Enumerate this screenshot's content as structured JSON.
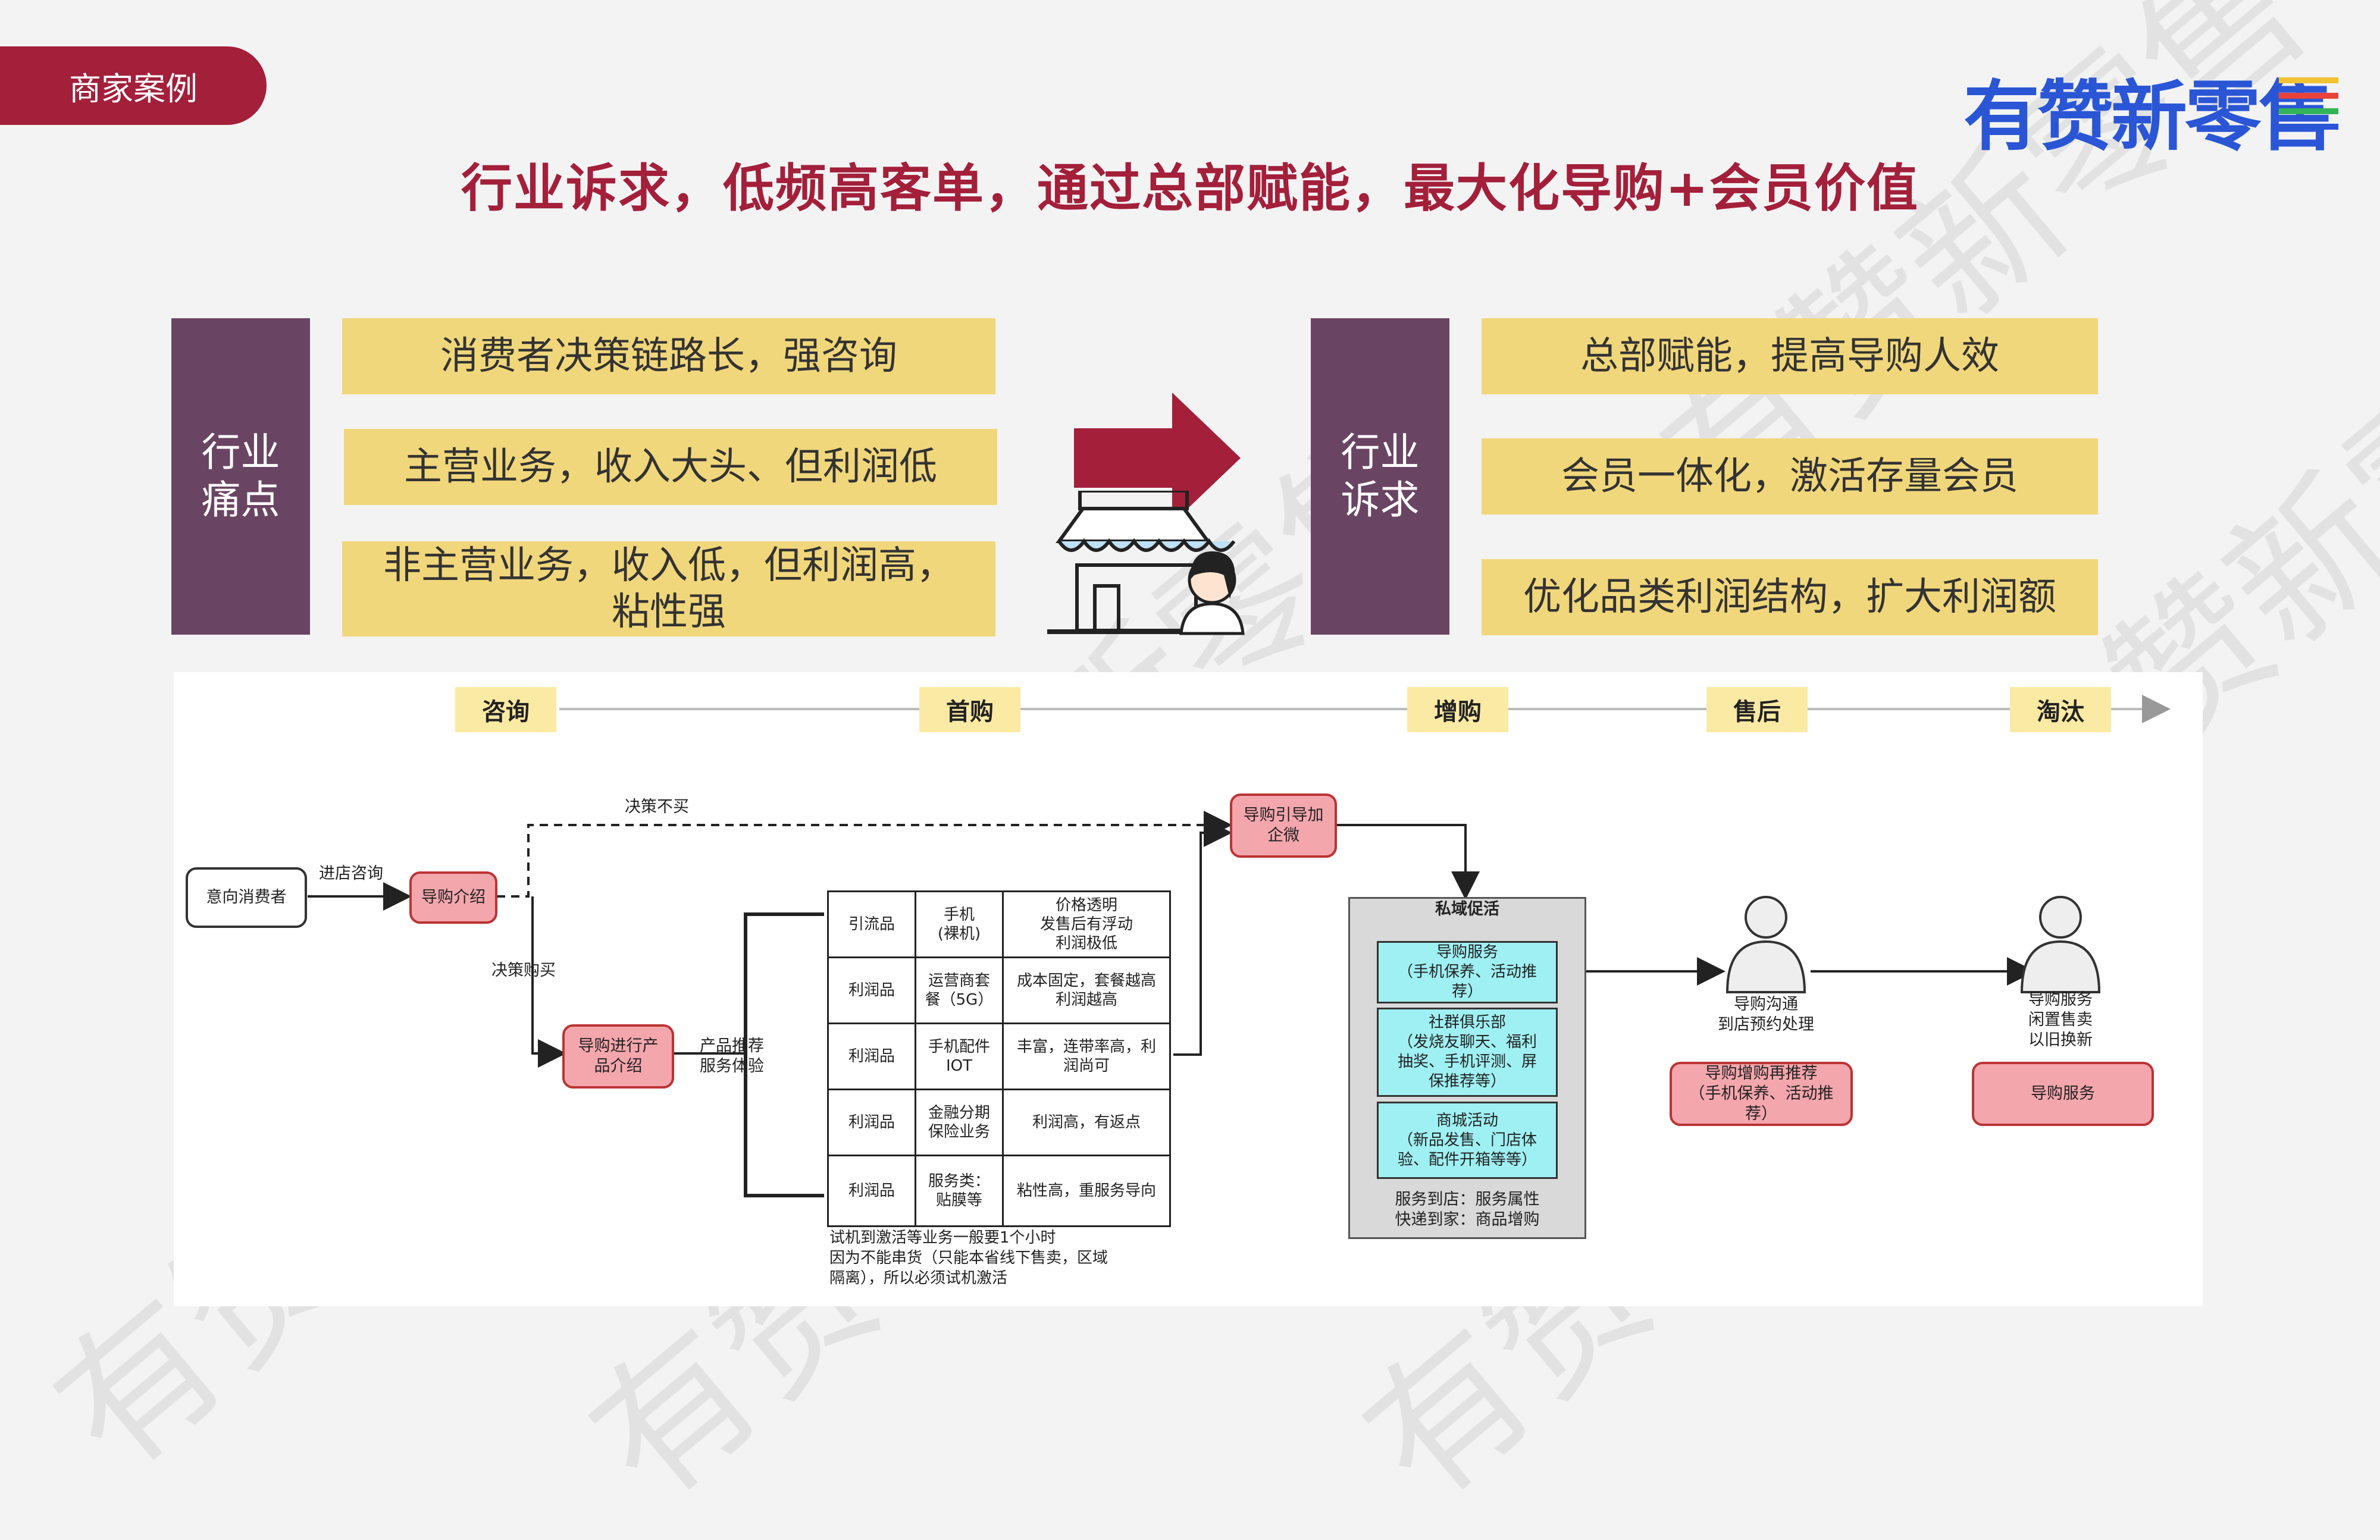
{
  "header": {
    "tag": "商家案例",
    "logo": "有赞新零售",
    "title": "行业诉求，低频高客单，通过总部赋能，最大化导购+会员价值"
  },
  "pain": {
    "label": "行业\n痛点",
    "items": [
      "消费者决策链路长，强咨询",
      "主营业务，收入大头、但利润低",
      "非主营业务，收入低，但利润高，\n粘性强"
    ]
  },
  "demand": {
    "label": "行业\n诉求",
    "items": [
      "总部赋能，提高导购人效",
      "会员一体化，激活存量会员",
      "优化品类利润结构，扩大利润额"
    ]
  },
  "colors": {
    "accent": "#a31f3a",
    "purple": "#6a4563",
    "yellow": "#f1d77b",
    "cyan": "#9ff0f2",
    "pink": "#f4a6ad"
  },
  "flow": {
    "stages": [
      "咨询",
      "首购",
      "增购",
      "售后",
      "淘汰"
    ],
    "consumer": "意向消费者",
    "enter_label": "进店咨询",
    "intro": "导购介绍",
    "no_buy": "决策不买",
    "buy": "决策购买",
    "wechat": "导购引导加\n企微",
    "product_intro": "导购进行产\n品介绍",
    "recommend": "产品推荐\n服务体验",
    "table": [
      [
        "引流品",
        "手机\n(裸机)",
        "价格透明\n发售后有浮动\n利润极低"
      ],
      [
        "利润品",
        "运营商套\n餐（5G）",
        "成本固定，套餐越高\n利润越高"
      ],
      [
        "利润品",
        "手机配件\nIOT",
        "丰富，连带率高，利\n润尚可"
      ],
      [
        "利润品",
        "金融分期\n保险业务",
        "利润高，有返点"
      ],
      [
        "利润品",
        "服务类：\n贴膜等",
        "粘性高，重服务导向"
      ]
    ],
    "table_note": "试机到激活等业务一般要1个小时\n因为不能串货（只能本省线下售卖，区域\n隔离），所以必须试机激活",
    "private_title": "私域促活",
    "private_items": [
      "导购服务\n（手机保养、活动推\n荐）",
      "社群俱乐部\n（发烧友聊天、福利\n抽奖、手机评测、屏\n保推荐等）",
      "商城活动\n（新品发售、门店体\n验、配件开箱等等）"
    ],
    "private_note": "服务到店：服务属性\n快递到家：商品增购",
    "aftersale_label": "导购沟通\n到店预约处理",
    "aftersale_box": "导购增购再推荐\n（手机保养、活动推\n荐）",
    "eliminate_label": "导购服务\n闲置售卖\n以旧换新",
    "eliminate_box": "导购服务"
  }
}
